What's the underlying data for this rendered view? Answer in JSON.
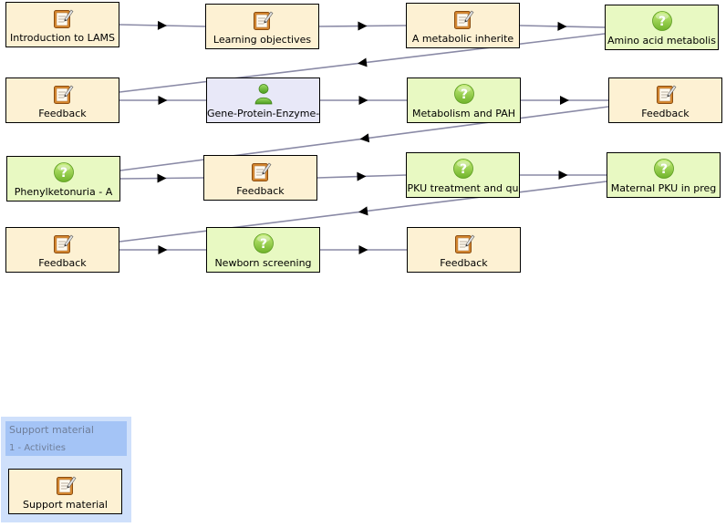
{
  "diagram": {
    "activities": [
      {
        "id": "a1",
        "label": "Introduction to LAMS",
        "icon": "notebook-icon",
        "type": "notebook"
      },
      {
        "id": "a2",
        "label": "Learning objectives",
        "icon": "notebook-icon",
        "type": "notebook"
      },
      {
        "id": "a3",
        "label": "A metabolic inherite",
        "icon": "notebook-icon",
        "type": "notebook"
      },
      {
        "id": "a4",
        "label": "Amino acid metabolis",
        "icon": "question-icon",
        "type": "question"
      },
      {
        "id": "a5",
        "label": "Feedback",
        "icon": "notebook-icon",
        "type": "notebook"
      },
      {
        "id": "a6",
        "label": "Gene-Protein-Enzyme-",
        "icon": "person-icon",
        "type": "grouping"
      },
      {
        "id": "a7",
        "label": "Metabolism and PAH",
        "icon": "question-icon",
        "type": "question"
      },
      {
        "id": "a8",
        "label": "Feedback",
        "icon": "notebook-icon",
        "type": "notebook"
      },
      {
        "id": "a9",
        "label": "Phenylketonuria - A",
        "icon": "question-icon",
        "type": "question"
      },
      {
        "id": "a10",
        "label": "Feedback",
        "icon": "notebook-icon",
        "type": "notebook"
      },
      {
        "id": "a11",
        "label": "PKU treatment and qu",
        "icon": "question-icon",
        "type": "question"
      },
      {
        "id": "a12",
        "label": "Maternal PKU in preg",
        "icon": "question-icon",
        "type": "question"
      },
      {
        "id": "a13",
        "label": "Feedback",
        "icon": "notebook-icon",
        "type": "notebook"
      },
      {
        "id": "a14",
        "label": "Newborn screening",
        "icon": "question-icon",
        "type": "question"
      },
      {
        "id": "a15",
        "label": "Feedback",
        "icon": "notebook-icon",
        "type": "notebook"
      }
    ],
    "transitions": [
      [
        "a1",
        "a2"
      ],
      [
        "a2",
        "a3"
      ],
      [
        "a3",
        "a4"
      ],
      [
        "a4",
        "a5"
      ],
      [
        "a5",
        "a6"
      ],
      [
        "a6",
        "a7"
      ],
      [
        "a7",
        "a8"
      ],
      [
        "a8",
        "a9"
      ],
      [
        "a9",
        "a10"
      ],
      [
        "a10",
        "a11"
      ],
      [
        "a11",
        "a12"
      ],
      [
        "a12",
        "a13"
      ],
      [
        "a13",
        "a14"
      ],
      [
        "a14",
        "a15"
      ]
    ],
    "colors": {
      "notebook_fill": "#fdf1d3",
      "question_fill": "#e8f9c2",
      "grouping_fill": "#e8e8f8",
      "line": "#8a8aa6",
      "arrow": "#000000",
      "support_panel": "#cfe0fb",
      "support_header": "#a4c4f6"
    }
  },
  "support": {
    "title": "Support material",
    "subtitle": "1 - Activities",
    "activity": {
      "label": "Support material",
      "icon": "notebook-icon",
      "type": "notebook"
    }
  }
}
